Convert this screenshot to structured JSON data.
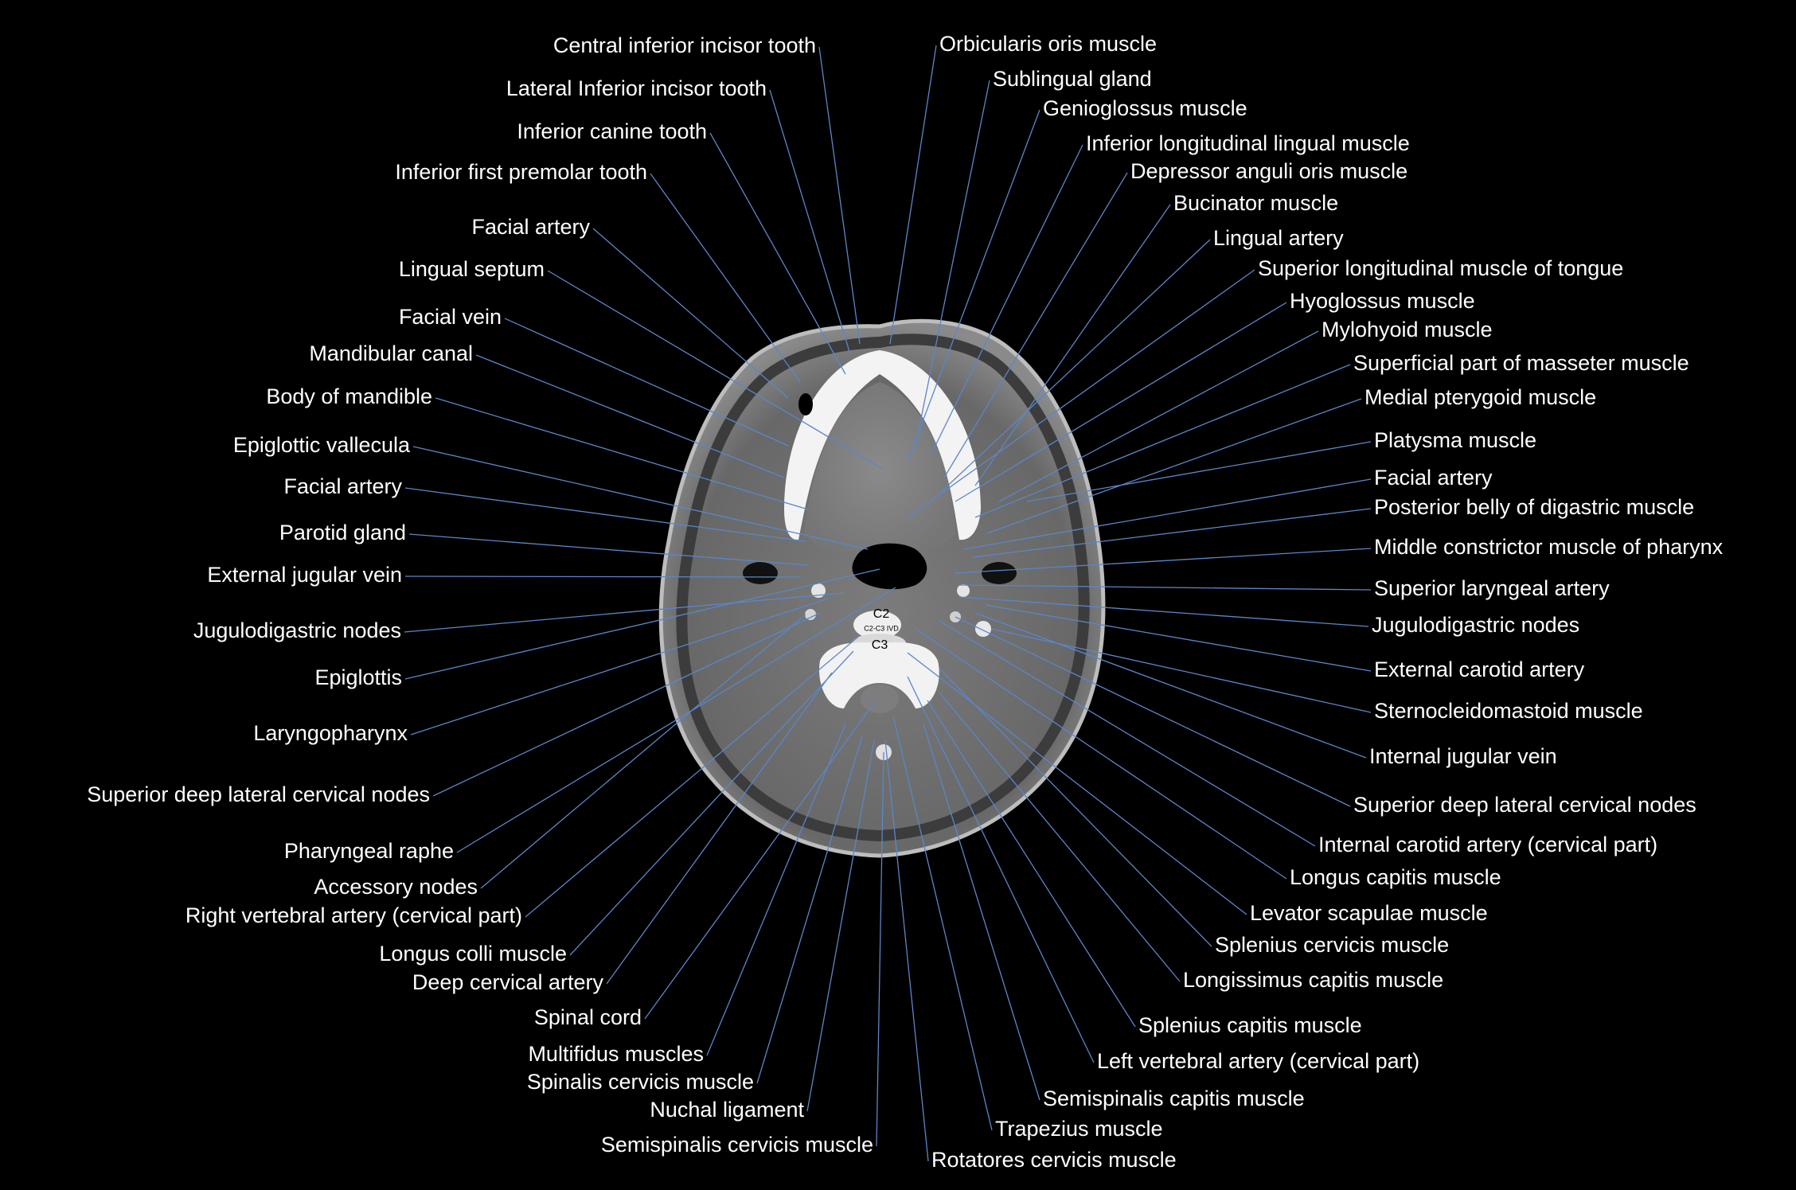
{
  "vertebra_labels": {
    "upper": "C2",
    "disc": "C2-C3 IVD",
    "lower": "C3"
  },
  "labels_left": [
    "Central inferior incisor tooth",
    "Lateral Inferior incisor tooth",
    "Inferior canine tooth",
    "Inferior first premolar tooth",
    "Facial artery",
    "Lingual septum",
    "Facial vein",
    "Mandibular canal",
    "Body of mandible",
    "Epiglottic vallecula",
    "Facial artery",
    "Parotid gland",
    "External jugular vein",
    "Jugulodigastric nodes",
    "Epiglottis",
    "Laryngopharynx",
    "Superior deep lateral cervical nodes",
    "Pharyngeal raphe",
    "Accessory nodes",
    "Right vertebral artery (cervical part)",
    "Longus colli muscle",
    "Deep cervical artery",
    "Spinal cord",
    "Multifidus muscles",
    "Spinalis cervicis muscle",
    "Nuchal ligament",
    "Semispinalis cervicis muscle"
  ],
  "labels_right": [
    "Orbicularis oris muscle",
    "Sublingual gland",
    "Genioglossus muscle",
    "Inferior longitudinal lingual muscle",
    "Depressor anguli oris muscle",
    "Bucinator muscle",
    "Lingual artery",
    "Superior longitudinal muscle of tongue",
    "Hyoglossus muscle",
    "Mylohyoid muscle",
    "Superficial part of masseter muscle",
    "Medial pterygoid muscle",
    "Platysma muscle",
    "Facial artery",
    "Posterior belly of digastric muscle",
    "Middle constrictor muscle of pharynx",
    "Superior laryngeal artery",
    "Jugulodigastric nodes",
    "External carotid artery",
    "Sternocleidomastoid muscle",
    "Internal jugular vein",
    "Superior deep lateral cervical nodes",
    "Internal carotid artery (cervical part)",
    "Longus capitis muscle",
    "Levator scapulae muscle",
    "Splenius cervicis muscle",
    "Longissimus capitis muscle",
    "Splenius capitis muscle",
    "Left vertebral artery (cervical part)",
    "Semispinalis capitis muscle",
    "Trapezius muscle",
    "Rotatores cervicis muscle"
  ]
}
